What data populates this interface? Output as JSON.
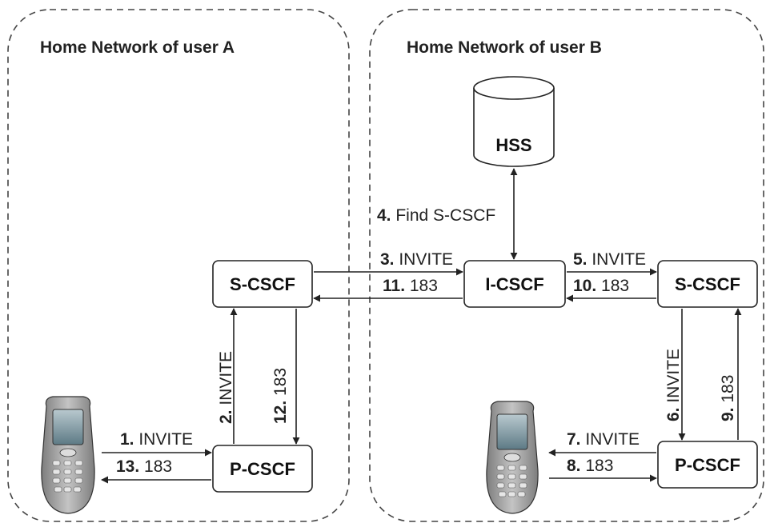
{
  "zones": {
    "home_a": {
      "title": "Home Network of user A"
    },
    "home_b": {
      "title": "Home Network of user B"
    }
  },
  "nodes": {
    "hss": "HSS",
    "s_cscf_a": "S-CSCF",
    "p_cscf_a": "P-CSCF",
    "i_cscf": "I-CSCF",
    "s_cscf_b": "S-CSCF",
    "p_cscf_b": "P-CSCF"
  },
  "messages": {
    "m1": {
      "num": "1.",
      "text": " INVITE"
    },
    "m2": {
      "num": "2.",
      "text": " INVITE"
    },
    "m3": {
      "num": "3.",
      "text": " INVITE"
    },
    "m4": {
      "num": "4.",
      "text": " Find S-CSCF"
    },
    "m5": {
      "num": "5.",
      "text": " INVITE"
    },
    "m6": {
      "num": "6.",
      "text": " INVITE"
    },
    "m7": {
      "num": "7.",
      "text": " INVITE"
    },
    "m8": {
      "num": "8.",
      "text": " 183"
    },
    "m9": {
      "num": "9.",
      "text": " 183"
    },
    "m10": {
      "num": "10.",
      "text": " 183"
    },
    "m11": {
      "num": "11.",
      "text": " 183"
    },
    "m12": {
      "num": "12.",
      "text": " 183"
    },
    "m13": {
      "num": "13.",
      "text": " 183"
    }
  },
  "colors": {
    "stroke": "#222222",
    "phone_body": "#9a9a9a",
    "phone_screen": "#6f8f9a"
  }
}
